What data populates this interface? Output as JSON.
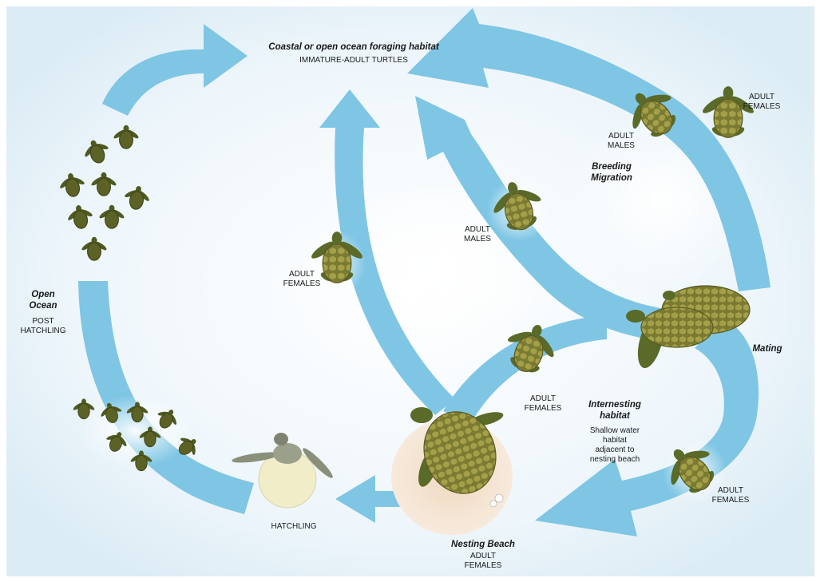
{
  "colors": {
    "arrow": "#7fc6e4",
    "shell": "#7a7a32",
    "shell_pattern": "#a4a048",
    "skin": "#5a6a28",
    "hatchling": "#8a8f7a",
    "egg": "#f0edc8",
    "sand": "#f3e1cc"
  },
  "labels": {
    "foraging_title": "Coastal or open ocean foraging habitat",
    "foraging_sub": "IMMATURE-ADULT TURTLES",
    "adult_females_top_1": "ADULT",
    "adult_females_top_2": "FEMALES",
    "adult_males_top_1": "ADULT",
    "adult_males_top_2": "MALES",
    "breeding_1": "Breeding",
    "breeding_2": "Migration",
    "adult_males_mid_1": "ADULT",
    "adult_males_mid_2": "MALES",
    "adult_females_mid_1": "ADULT",
    "adult_females_mid_2": "FEMALES",
    "open_ocean_1": "Open",
    "open_ocean_2": "Ocean",
    "post_hatchling_1": "POST",
    "post_hatchling_2": "HATCHLING",
    "mating": "Mating",
    "adult_females_low_1": "ADULT",
    "adult_females_low_2": "FEMALES",
    "internesting_1": "Internesting",
    "internesting_2": "habitat",
    "internesting_sub_1": "Shallow water",
    "internesting_sub_2": "habitat",
    "internesting_sub_3": "adjacent to",
    "internesting_sub_4": "nesting beach",
    "adult_females_right_1": "ADULT",
    "adult_females_right_2": "FEMALES",
    "hatchling": "HATCHLING",
    "nesting_beach": "Nesting Beach",
    "nesting_sub_1": "ADULT",
    "nesting_sub_2": "FEMALES"
  }
}
